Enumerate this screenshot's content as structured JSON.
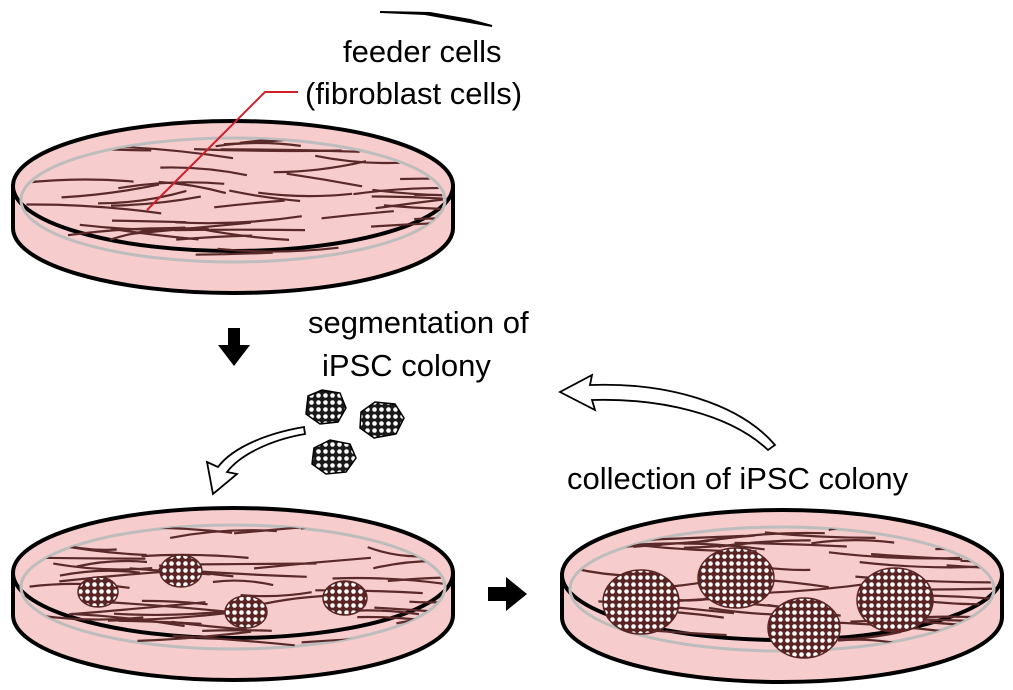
{
  "labels": {
    "feeder_line1": "feeder cells",
    "feeder_line2": "(fibroblast cells)",
    "segmentation_line1": "segmentation of",
    "segmentation_line2": "iPSC colony",
    "collection": "collection of iPSC colony"
  },
  "colors": {
    "medium": "#f6cccc",
    "medium_inner": "#f2bdbd",
    "fiber": "#5a2a2a",
    "dish_outline": "#000000",
    "dish_rim_gray": "#bdbdbd",
    "pointer_line": "#d0202a",
    "colony_fill": "#5a2424"
  },
  "icons": {
    "down_arrow": "down-arrow-icon",
    "right_arrow": "right-arrow-icon",
    "curved_arrow_left": "curved-arrow-icon",
    "curved_arrow_back": "curved-arrow-icon"
  }
}
